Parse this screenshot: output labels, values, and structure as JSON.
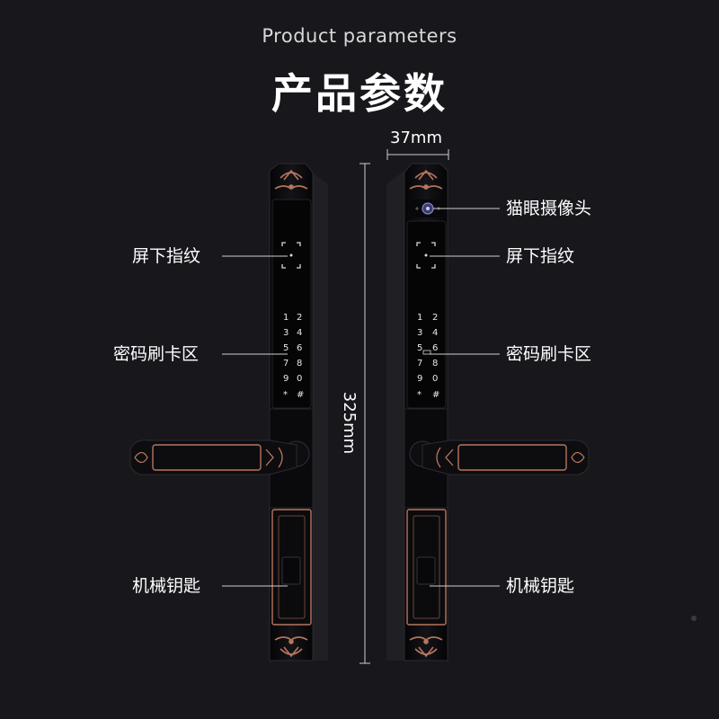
{
  "header": {
    "subtitle": "Product parameters",
    "title": "产品参数"
  },
  "dimensions": {
    "width": "37mm",
    "height": "325mm"
  },
  "left_labels": {
    "fingerprint": "屏下指纹",
    "keypad": "密码刷卡区",
    "key": "机械钥匙"
  },
  "right_labels": {
    "camera": "猫眼摄像头",
    "fingerprint": "屏下指纹",
    "keypad": "密码刷卡区",
    "key": "机械钥匙"
  },
  "keypad_keys": [
    "1",
    "2",
    "3",
    "4",
    "5",
    "6",
    "7",
    "8",
    "9",
    "0",
    "*",
    "#"
  ],
  "colors": {
    "background": "#17171c",
    "lock_body": "#0b0b0e",
    "copper_accent": "#b7765e"
  }
}
